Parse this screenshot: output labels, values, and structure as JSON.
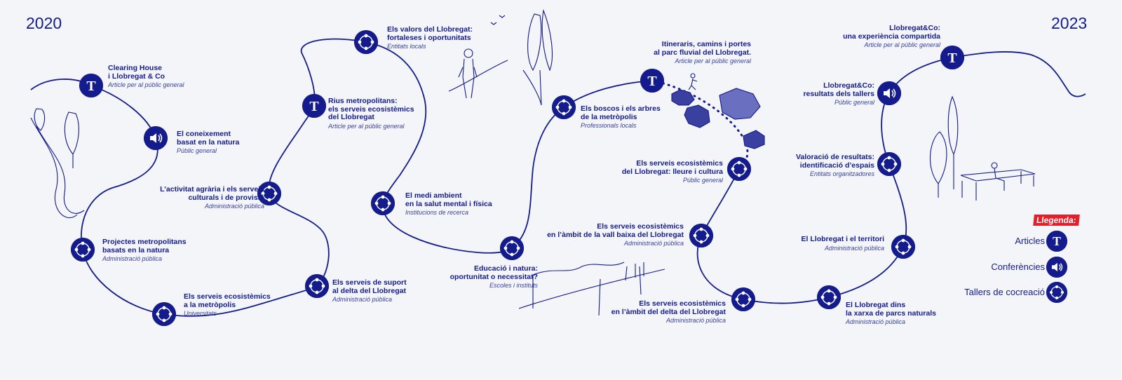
{
  "years": {
    "start": "2020",
    "end": "2023"
  },
  "colors": {
    "primary": "#141b8c",
    "background": "#f3f5f8",
    "legend_bg": "#e2202c"
  },
  "events": [
    {
      "title": "Clearing House\ni Llobregat & Co",
      "audience": "Article per al públic general",
      "type": "article"
    },
    {
      "title": "El coneixement\nbasat en la natura",
      "audience": "Públic general",
      "type": "conference"
    },
    {
      "title": "L’activitat agrària i els serveis\nculturals i de provisió",
      "audience": "Administració pública",
      "type": "workshop"
    },
    {
      "title": "Projectes metropolitans\nbasats en la natura",
      "audience": "Administració pública",
      "type": "workshop"
    },
    {
      "title": "Els serveis ecosistèmics\na la metròpolis",
      "audience": "Universitats",
      "type": "workshop"
    },
    {
      "title": "Els serveis de suport\nal delta del Llobregat",
      "audience": "Administració pública",
      "type": "workshop"
    },
    {
      "title": "Rius metropolitans:\nels serveis ecosistèmics\ndel Llobregat",
      "audience": "Article per al públic general",
      "type": "article"
    },
    {
      "title": "Els valors del Llobregat:\nfortaleses i oportunitats",
      "audience": "Entitats locals",
      "type": "workshop"
    },
    {
      "title": "El medi ambient\nen la salut mental i física",
      "audience": "Institucions de recerca",
      "type": "workshop"
    },
    {
      "title": "Educació i natura:\noportunitat o necessitat?",
      "audience": "Escoles i instituts",
      "type": "workshop"
    },
    {
      "title": "Els boscos i els arbres\nde la metròpolis",
      "audience": "Professionals locals",
      "type": "workshop"
    },
    {
      "title": "Itineraris, camins i portes\nal parc fluvial del Llobregat.",
      "audience": "Article per al públic general",
      "type": "article"
    },
    {
      "title": "Els serveis ecosistèmics\ndel Llobregat: lleure i cultura",
      "audience": "Públic general",
      "type": "workshop"
    },
    {
      "title": "Els serveis ecosistèmics\nen l’àmbit de la vall baixa del Llobregat",
      "audience": "Administració pública",
      "type": "workshop"
    },
    {
      "title": "Els serveis ecosistèmics\nen l’àmbit del delta del Llobregat",
      "audience": "Administració pública",
      "type": "workshop"
    },
    {
      "title": "El Llobregat dins\nla xarxa de parcs naturals",
      "audience": "Administració pública",
      "type": "workshop"
    },
    {
      "title": "El Llobregat i el territori",
      "audience": "Administració pública",
      "type": "workshop"
    },
    {
      "title": "Valoració de resultats:\nidentificació d’espais",
      "audience": "Entitats organitzadores",
      "type": "workshop"
    },
    {
      "title": "Llobregat&Co:\nresultats dels tallers",
      "audience": "Públic general",
      "type": "conference"
    },
    {
      "title": "Llobregat&Co:\nuna experiència compartida",
      "audience": "Article per al públic general",
      "type": "article"
    }
  ],
  "legend": {
    "title": "Llegenda:",
    "items": [
      {
        "label": "Articles",
        "type": "article"
      },
      {
        "label": "Conferències",
        "type": "conference"
      },
      {
        "label": "Tallers de cocreació",
        "type": "workshop"
      }
    ]
  }
}
